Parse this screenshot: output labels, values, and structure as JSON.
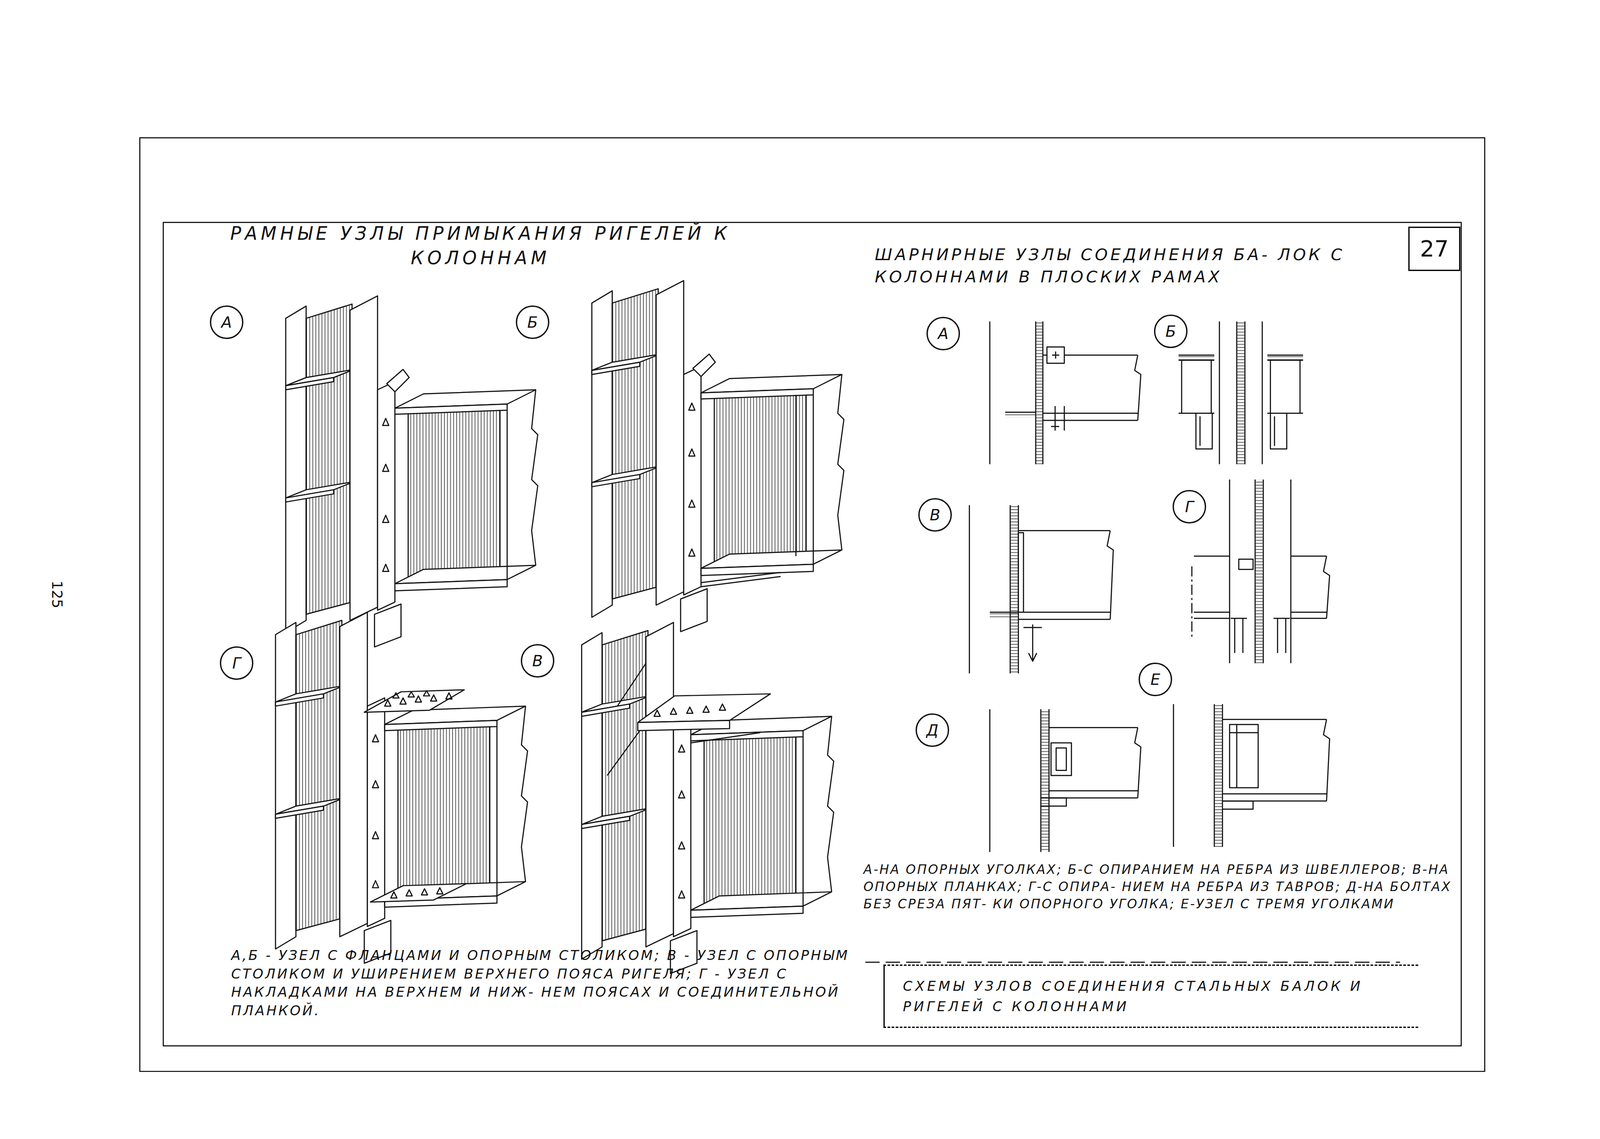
{
  "diagram": {
    "nodes": [
      {
        "text": [
          "А"
        ]
      },
      {
        "text": [
          "Б"
        ]
      },
      {
        "text": [
          "Г"
        ]
      },
      {
        "text": [
          "В"
        ]
      },
      {
        "text": [
          "27"
        ]
      },
      {
        "text": [
          "А"
        ]
      },
      {
        "text": [
          "Б"
        ]
      },
      {
        "text": [
          "В"
        ]
      },
      {
        "text": [
          "Г"
        ]
      },
      {
        "text": [
          "Е"
        ]
      },
      {
        "text": [
          "Д"
        ]
      },
      {
        "text": [
          "СХЕМЫ УЗЛОВ СОЕДИНЕНИЯ СТАЛЬНЫХ БАЛОК И РИГЕЛЕЙ С КОЛОННАМИ"
        ]
      }
    ],
    "labels": [
      "РАМНЫЕ УЗЛЫ ПРИМЫКАНИЯ РИГЕЛЕЙ К КОЛОННАМ",
      "ШАРНИРНЫЕ УЗЛЫ СОЕДИНЕНИЯ БА- ЛОК С КОЛОННАМИ В ПЛОСКИХ РАМАХ",
      "А,Б - УЗЕЛ С ФЛАНЦАМИ И ОПОРНЫМ СТОЛИКОМ; В - УЗЕЛ С ОПОРНЫМ СТОЛИКОМ И УШИРЕНИЕМ ВЕРХНЕГО ПОЯСА РИГЕЛЯ; Г - УЗЕЛ С НАКЛАДКАМИ НА ВЕРХНЕМ И НИЖ- НЕМ ПОЯСАХ И СОЕДИНИТЕЛЬНОЙ ПЛАНКОЙ.",
      "А-НА ОПОРНЫХ УГОЛКАХ; Б-С ОПИРАНИЕМ НА РЕБРА ИЗ ШВЕЛЛЕРОВ; В-НА ОПОРНЫХ ПЛАНКАХ; Г-С ОПИРА- НИЕМ НА РЕБРА ИЗ ТАВРОВ; Д-НА БОЛТАХ БЕЗ СРЕЗА ПЯТ- КИ ОПОРНОГО УГОЛКА; Е-УЗЕЛ С ТРЕМЯ УГОЛКАМИ",
      "125"
    ]
  }
}
